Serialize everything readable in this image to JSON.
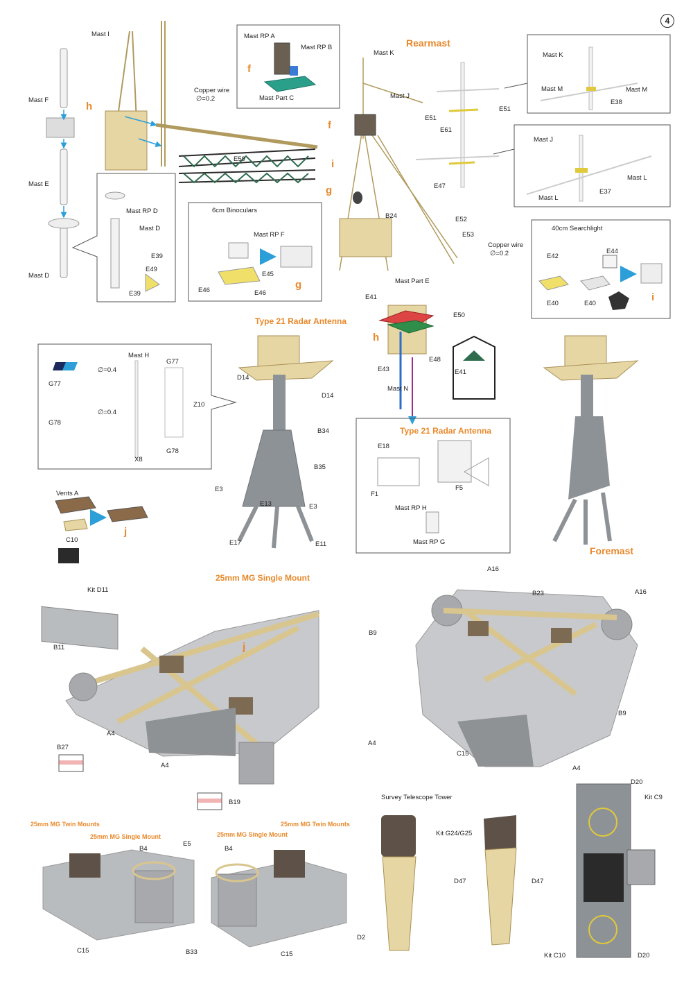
{
  "page_number": "4",
  "headings": {
    "rearmast": "Rearmast",
    "foremast": "Foremast",
    "type21_main": "Type 21 Radar Antenna",
    "type21_box": "Type 21 Radar Antenna",
    "mg_single_main": "25mm MG Single Mount",
    "mg_twin_left": "25mm MG Twin Mounts",
    "mg_single_left": "25mm MG Single Mount",
    "mg_single_mid": "25mm MG Single Mount",
    "mg_twin_right": "25mm MG Twin Mounts"
  },
  "steps": {
    "f1": "f",
    "h1": "h",
    "f2": "f",
    "i1": "i",
    "g1": "g",
    "g2": "g",
    "h2": "h",
    "i2": "i",
    "j1": "j",
    "j2": "j"
  },
  "labels": {
    "mast_i": "Mast I",
    "mast_f": "Mast F",
    "mast_e": "Mast E",
    "mast_d": "Mast D",
    "copper1": "Copper wire",
    "copper1_dim": "∅=0.2",
    "e59": "E59",
    "mast_rp_a": "Mast RP A",
    "mast_rp_b": "Mast RP B",
    "mast_part_c": "Mast Part C",
    "mast_rp_d": "Mast RP D",
    "mast_d2": "Mast D",
    "e39a": "E39",
    "e49": "E49",
    "e39b": "E39",
    "bino": "6cm Binoculars",
    "mast_rp_f": "Mast RP F",
    "e45": "E45",
    "e46a": "E46",
    "e46b": "E46",
    "mast_k": "Mast K",
    "mast_j": "Mast J",
    "b24": "B24",
    "e52": "E52",
    "e53": "E53",
    "copper2": "Copper wire",
    "copper2_dim": "∅=0.2",
    "e51a": "E51",
    "e51b": "E51",
    "e61": "E61",
    "e47": "E47",
    "mast_k2": "Mast K",
    "mast_m1": "Mast M",
    "mast_m2": "Mast M",
    "e38": "E38",
    "mast_j2": "Mast J",
    "mast_l1": "Mast L",
    "mast_l2": "Mast L",
    "e37": "E37",
    "searchlight": "40cm Searchlight",
    "e44": "E44",
    "e42": "E42",
    "e40a": "E40",
    "e40b": "E40",
    "mast_part_e": "Mast Part E",
    "e41a": "E41",
    "e50": "E50",
    "e43": "E43",
    "e48": "E48",
    "e41b": "E41",
    "mast_n": "Mast N",
    "g77a": "G77",
    "g78a": "G78",
    "dim04a": "∅=0.4",
    "dim04b": "∅=0.4",
    "mast_h": "Mast H",
    "x8": "X8",
    "g77b": "G77",
    "z10": "Z10",
    "g78b": "G78",
    "d14a": "D14",
    "d14b": "D14",
    "b34": "B34",
    "b35": "B35",
    "e3a": "E3",
    "e13": "E13",
    "e3b": "E3",
    "e17": "E17",
    "e11": "E11",
    "vents_a": "Vents A",
    "c10": "C10",
    "e18": "E18",
    "f1": "F1",
    "f5": "F5",
    "mast_rp_h": "Mast RP H",
    "mast_rp_g": "Mast RP G",
    "kit_d11": "Kit D11",
    "b11": "B11",
    "b27": "B27",
    "a4a": "A4",
    "a4b": "A4",
    "b19": "B19",
    "a16a": "A16",
    "a16b": "A16",
    "b23": "B23",
    "b9a": "B9",
    "b9b": "B9",
    "a4c": "A4",
    "c15a": "C15",
    "a4d": "A4",
    "b4a": "B4",
    "e5": "E5",
    "b4b": "B4",
    "c15b": "C15",
    "b33": "B33",
    "c15c": "C15",
    "survey": "Survey Telescope Tower",
    "kit_g24": "Kit G24/G25",
    "d47a": "D47",
    "d47b": "D47",
    "d2": "D2",
    "d20a": "D20",
    "kit_c9": "Kit C9",
    "kit_c10": "Kit C10",
    "d20b": "D20"
  },
  "colors": {
    "accent": "#e8892b",
    "brass": "#d9c58e",
    "grey": "#a7a9ac",
    "arrow": "#2c9fd9"
  }
}
